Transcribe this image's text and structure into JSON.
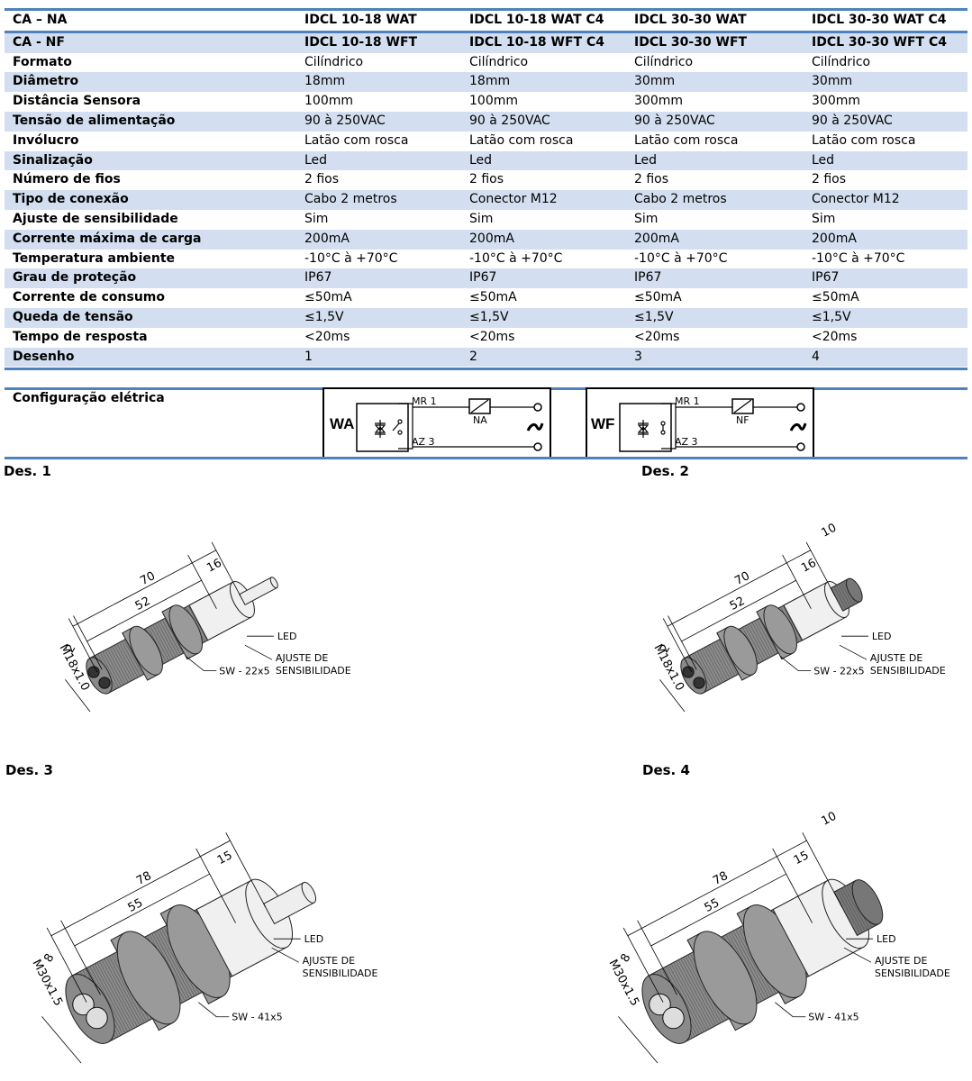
{
  "spec_table": {
    "header_rows": [
      {
        "label": "CA – NA",
        "values": [
          "IDCL 10-18 WAT",
          "IDCL 10-18 WAT C4",
          "IDCL 30-30 WAT",
          "IDCL 30-30 WAT C4"
        ]
      },
      {
        "label": "CA - NF",
        "values": [
          "IDCL 10-18 WFT",
          "IDCL 10-18 WFT C4",
          "IDCL 30-30 WFT",
          "IDCL 30-30 WFT C4"
        ]
      }
    ],
    "rows": [
      {
        "label": "Formato",
        "values": [
          "Cilíndrico",
          "Cilíndrico",
          "Cilíndrico",
          "Cilíndrico"
        ]
      },
      {
        "label": "Diâmetro",
        "values": [
          "18mm",
          "18mm",
          "30mm",
          "30mm"
        ]
      },
      {
        "label": "Distância Sensora",
        "values": [
          "100mm",
          "100mm",
          "300mm",
          "300mm"
        ]
      },
      {
        "label": "Tensão de alimentação",
        "values": [
          "90 à 250VAC",
          "90 à 250VAC",
          "90 à 250VAC",
          "90 à 250VAC"
        ]
      },
      {
        "label": "Invólucro",
        "values": [
          "Latão com rosca",
          "Latão com rosca",
          "Latão com rosca",
          "Latão com rosca"
        ]
      },
      {
        "label": "Sinalização",
        "values": [
          "Led",
          "Led",
          "Led",
          "Led"
        ]
      },
      {
        "label": "Número de fios",
        "values": [
          "2 fios",
          "2 fios",
          "2 fios",
          "2 fios"
        ]
      },
      {
        "label": "Tipo de conexão",
        "values": [
          "Cabo 2 metros",
          "Conector M12",
          "Cabo 2 metros",
          "Conector M12"
        ]
      },
      {
        "label": "Ajuste de sensibilidade",
        "values": [
          "Sim",
          "Sim",
          "Sim",
          "Sim"
        ]
      },
      {
        "label": "Corrente máxima de carga",
        "values": [
          "200mA",
          "200mA",
          "200mA",
          "200mA"
        ]
      },
      {
        "label": "Temperatura ambiente",
        "values": [
          "-10°C à +70°C",
          "-10°C à +70°C",
          "-10°C à +70°C",
          "-10°C à +70°C"
        ]
      },
      {
        "label": "Grau de proteção",
        "values": [
          "IP67",
          "IP67",
          "IP67",
          "IP67"
        ]
      },
      {
        "label": "Corrente de consumo",
        "values": [
          "≤50mA",
          "≤50mA",
          "≤50mA",
          "≤50mA"
        ]
      },
      {
        "label": "Queda de tensão",
        "values": [
          "≤1,5V",
          "≤1,5V",
          "≤1,5V",
          "≤1,5V"
        ]
      },
      {
        "label": "Tempo de resposta",
        "values": [
          "<20ms",
          "<20ms",
          "<20ms",
          "<20ms"
        ]
      },
      {
        "label": "Desenho",
        "values": [
          "1",
          "2",
          "3",
          "4"
        ]
      }
    ]
  },
  "electrical_config": {
    "title": "Configuração elétrica",
    "diagrams": [
      {
        "type_label": "WA",
        "top_wire": "MR 1",
        "bottom_wire": "AZ 3",
        "contact": "NA",
        "supply_symbol": "ac-source"
      },
      {
        "type_label": "WF",
        "top_wire": "MR 1",
        "bottom_wire": "AZ 3",
        "contact": "NF",
        "supply_symbol": "ac-source"
      }
    ]
  },
  "drawings": [
    {
      "title": "Des. 1",
      "thread": "M18x1.0",
      "dims": {
        "total": "70",
        "thread_len": "52",
        "rear": "16",
        "front": "2"
      },
      "led": "LED",
      "adjust": [
        "AJUSTE DE",
        "SENSIBILIDADE"
      ],
      "nut": "SW - 22x5",
      "connection": "cable"
    },
    {
      "title": "Des. 2",
      "thread": "M18x1.0",
      "dims": {
        "total": "70",
        "thread_len": "52",
        "rear": "16",
        "front": "2",
        "connector": "10"
      },
      "led": "LED",
      "adjust": [
        "AJUSTE DE",
        "SENSIBILIDADE"
      ],
      "nut": "SW - 22x5",
      "connection": "connector"
    },
    {
      "title": "Des. 3",
      "thread": "M30x1.5",
      "dims": {
        "total": "78",
        "thread_len": "55",
        "rear": "15",
        "front": "8"
      },
      "led": "LED",
      "adjust": [
        "AJUSTE DE",
        "SENSIBILIDADE"
      ],
      "nut": "SW - 41x5",
      "connection": "cable"
    },
    {
      "title": "Des. 4",
      "thread": "M30x1.5",
      "dims": {
        "total": "78",
        "thread_len": "55",
        "rear": "15",
        "front": "8",
        "connector": "10"
      },
      "led": "LED",
      "adjust": [
        "AJUSTE DE",
        "SENSIBILIDADE"
      ],
      "nut": "SW - 41x5",
      "connection": "connector"
    }
  ],
  "colors": {
    "rule": "#4f81bd",
    "band": "#d3dff0"
  }
}
